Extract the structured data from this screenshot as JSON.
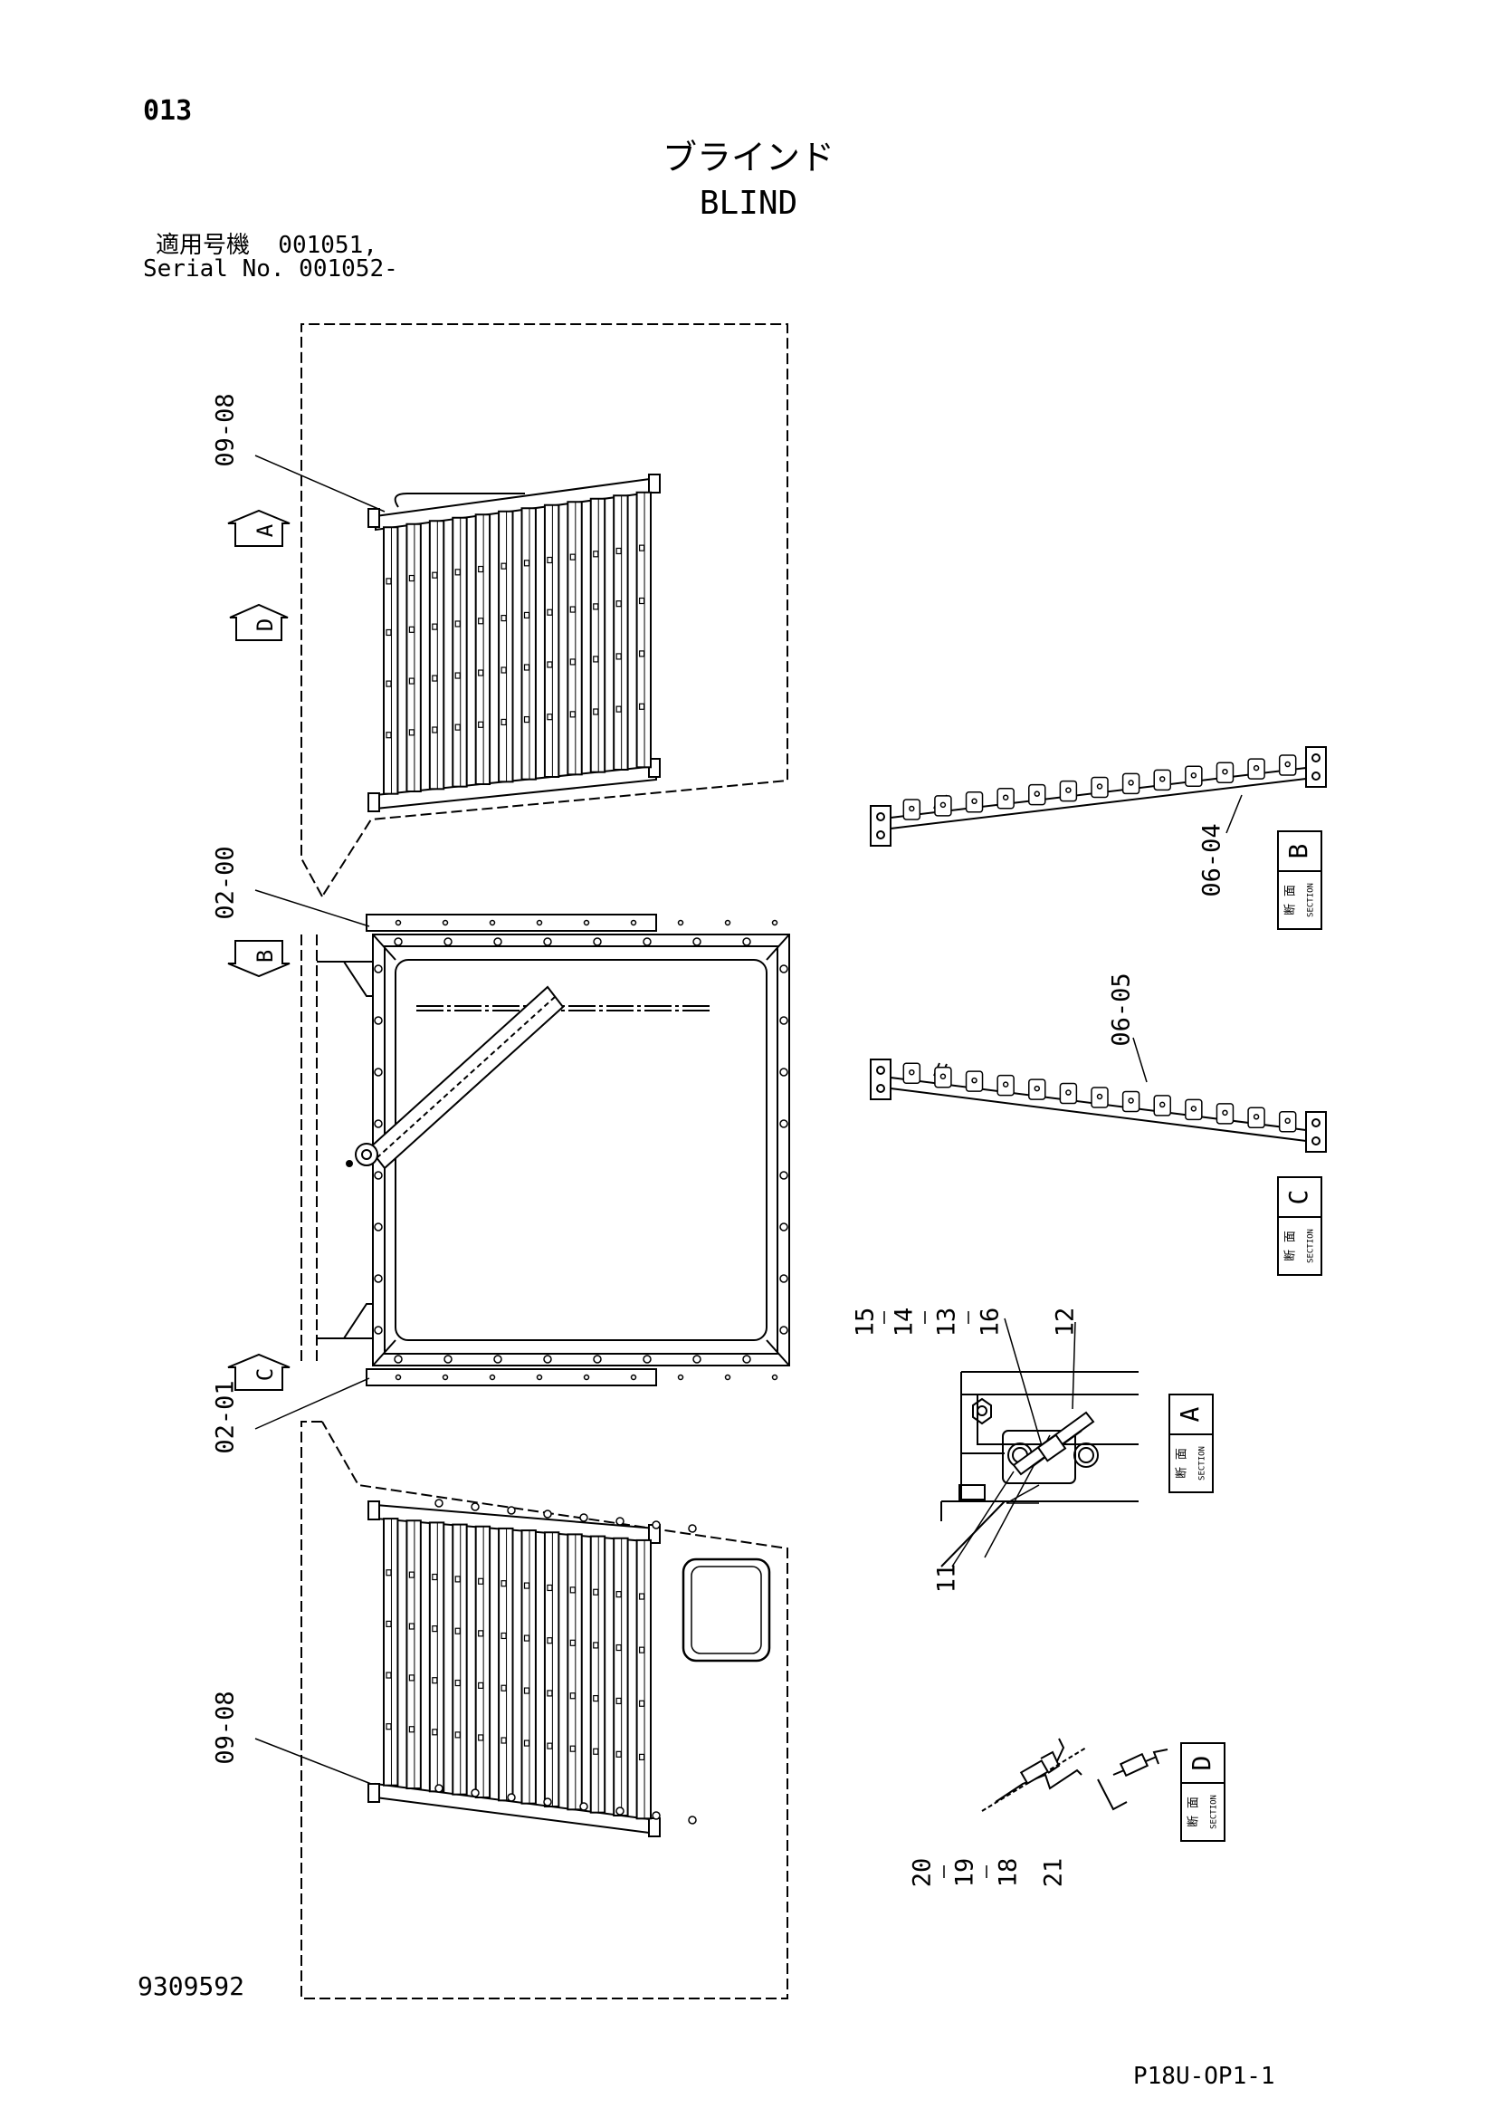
{
  "page_number": "013",
  "title_ja": "ブラインド",
  "title_en": "BLIND",
  "serial_line1": "適用号機  001051,",
  "serial_line2": "Serial No. 001052-",
  "document_number": "9309592",
  "page_ref": "P18U-OP1-1",
  "callouts": {
    "c0908_top": "09-08",
    "c0200": "02-00",
    "c0201": "02-01",
    "c0908_bottom": "09-08",
    "c0604": "06-04",
    "c0605": "06-05",
    "c15": "15",
    "c14": "14",
    "c13": "13",
    "c16": "16",
    "c12": "12",
    "c11": "11",
    "c20": "20",
    "c19": "19",
    "c18": "18",
    "c21": "21"
  },
  "view_markers": {
    "a": "A",
    "d": "D",
    "b": "B",
    "c": "C"
  },
  "section_labels": {
    "b": {
      "letter": "B",
      "ja": "断 面",
      "en": "SECTION"
    },
    "c": {
      "letter": "C",
      "ja": "断 面",
      "en": "SECTION"
    },
    "a": {
      "letter": "A",
      "ja": "断 面",
      "en": "SECTION"
    },
    "d": {
      "letter": "D",
      "ja": "断 面",
      "en": "SECTION"
    }
  }
}
